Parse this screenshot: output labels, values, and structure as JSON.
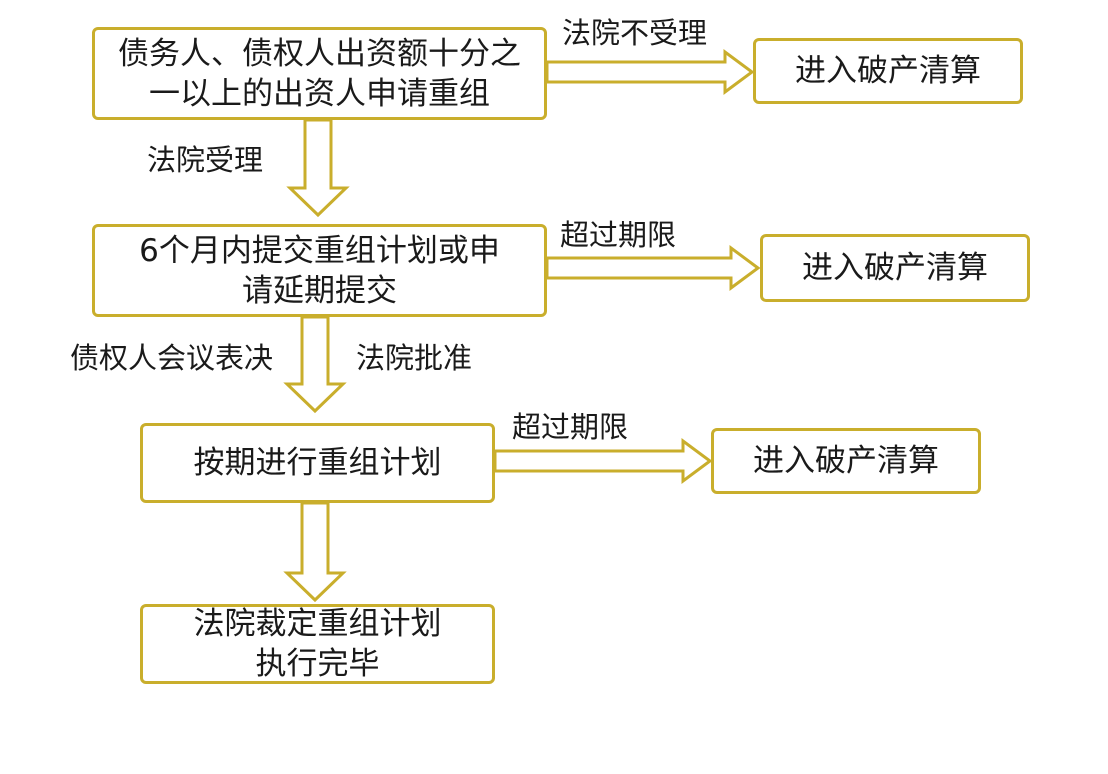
{
  "steps": {
    "apply": "债务人、债权人出资额十分之一以上的出资人申请重组",
    "submit_plan": "6个月内提交重组计划或申请延期提交",
    "execute": "按期进行重组计划",
    "complete": "法院裁定重组计划执行完毕"
  },
  "outcomes": {
    "liquidation_1": "进入破产清算",
    "liquidation_2": "进入破产清算",
    "liquidation_3": "进入破产清算"
  },
  "edges": {
    "court_reject": "法院不受理",
    "court_accept": "法院受理",
    "overdue_1": "超过期限",
    "creditor_vote": "债权人会议表决",
    "court_approve": "法院批准",
    "overdue_2": "超过期限"
  },
  "colors": {
    "border": "#c9ae2c",
    "text": "#1a1a1a"
  }
}
